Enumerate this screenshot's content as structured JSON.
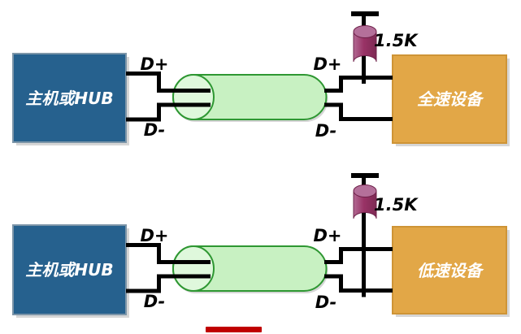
{
  "colors": {
    "host_box_fill": "#26618E",
    "host_box_border": "#7C95A8",
    "device_box_fill": "#E2A747",
    "device_box_border": "#CE9436",
    "cable_fill": "#C8F1C2",
    "cable_end_fill": "#DFF8DC",
    "cable_stroke": "#2E9732",
    "resistor_fill": "#993366",
    "resistor_top_fill": "#B4709A",
    "wire_color": "#000000",
    "label_text": "#000000",
    "box_text": "#FFFFFF",
    "red_bar": "#C00000",
    "background": "#FFFFFF"
  },
  "diagrams": [
    {
      "host_label": "主机或HUB",
      "device_label": "全速设备",
      "resistor_label": "1.5K",
      "wire_labels": {
        "left_dplus": "D+",
        "left_dminus": "D-",
        "right_dplus": "D+",
        "right_dminus": "D-"
      }
    },
    {
      "host_label": "主机或HUB",
      "device_label": "低速设备",
      "resistor_label": "1.5K",
      "wire_labels": {
        "left_dplus": "D+",
        "left_dminus": "D-",
        "right_dplus": "D+",
        "right_dminus": "D-"
      }
    }
  ]
}
